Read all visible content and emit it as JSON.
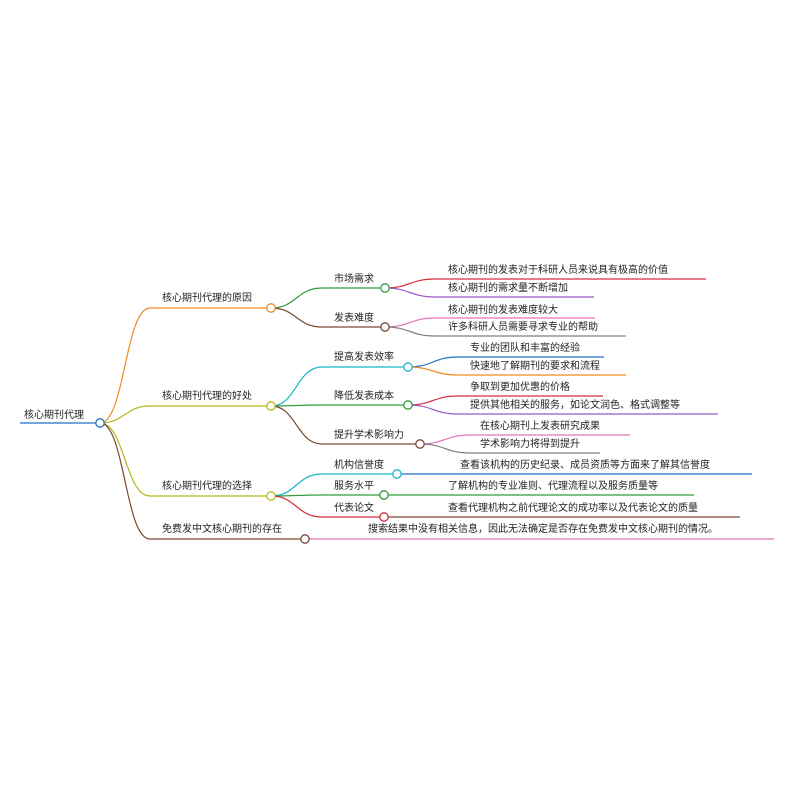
{
  "root": {
    "label": "核心期刊代理",
    "color": "#1f6fc2"
  },
  "branches": [
    {
      "label": "核心期刊代理的原因",
      "color": "#f08c1e",
      "children": [
        {
          "label": "市场需求",
          "color": "#2e9e3e",
          "leaves": [
            {
              "label": "核心期刊的发表对于科研人员来说具有极高的价值",
              "color": "#d62f3c"
            },
            {
              "label": "核心期刊的需求量不断增加",
              "color": "#9b59c6"
            }
          ]
        },
        {
          "label": "发表难度",
          "color": "#7a4a32",
          "leaves": [
            {
              "label": "核心期刊的发表难度较大",
              "color": "#e573b8"
            },
            {
              "label": "许多科研人员需要寻求专业的帮助",
              "color": "#7f7f7f"
            }
          ]
        }
      ]
    },
    {
      "label": "核心期刊代理的好处",
      "color": "#b5b81c",
      "children": [
        {
          "label": "提高发表效率",
          "color": "#1bb6cc",
          "leaves": [
            {
              "label": "专业的团队和丰富的经验",
              "color": "#1f6fc2"
            },
            {
              "label": "快速地了解期刊的要求和流程",
              "color": "#f08c1e"
            }
          ]
        },
        {
          "label": "降低发表成本",
          "color": "#2e9e3e",
          "leaves": [
            {
              "label": "争取到更加优惠的价格",
              "color": "#d62f3c"
            },
            {
              "label": "提供其他相关的服务，如论文润色、格式调整等",
              "color": "#9b59c6"
            }
          ]
        },
        {
          "label": "提升学术影响力",
          "color": "#7a4a32",
          "leaves": [
            {
              "label": "在核心期刊上发表研究成果",
              "color": "#e573b8"
            },
            {
              "label": "学术影响力将得到提升",
              "color": "#7f7f7f"
            }
          ]
        }
      ]
    },
    {
      "label": "核心期刊代理的选择",
      "color": "#b5b81c",
      "children": [
        {
          "label": "机构信誉度",
          "color": "#1bb6cc",
          "leaves": [
            {
              "label": "查看该机构的历史纪录、成员资质等方面来了解其信誉度",
              "color": "#1f6fc2"
            }
          ]
        },
        {
          "label": "服务水平",
          "color": "#2e9e3e",
          "leaves": [
            {
              "label": "了解机构的专业准则、代理流程以及服务质量等",
              "color": "#2e9e3e"
            }
          ]
        },
        {
          "label": "代表论文",
          "color": "#d62f3c",
          "leaves": [
            {
              "label": "查看代理机构之前代理论文的成功率以及代表论文的质量",
              "color": "#7a4a32"
            }
          ]
        }
      ]
    },
    {
      "label": "免费发中文核心期刊的存在",
      "color": "#7a4a32",
      "leaves": [
        {
          "label": "搜索结果中没有相关信息，因此无法确定是否存在免费发中文核心期刊的情况。",
          "color": "#e573b8"
        }
      ]
    }
  ]
}
